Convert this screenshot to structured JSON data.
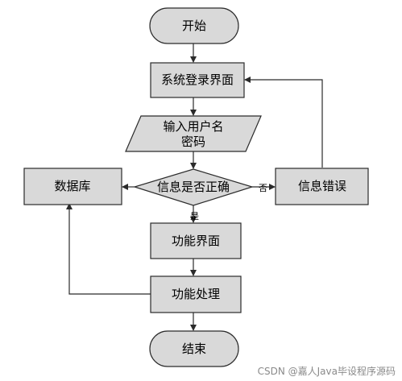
{
  "nodes": {
    "start": "开始",
    "login": "系统登录界面",
    "input_line1": "输入用户名",
    "input_line2": "密码",
    "check": "信息是否正确",
    "database": "数据库",
    "error": "信息错误",
    "function_page": "功能界面",
    "function_process": "功能处理",
    "end": "结束"
  },
  "edges": {
    "yes": "是",
    "no": "否"
  },
  "watermark": "CSDN @嘉人Java毕设程序源码",
  "colors": {
    "fill": "#d9d9d9",
    "stroke": "#2b2b2b"
  }
}
